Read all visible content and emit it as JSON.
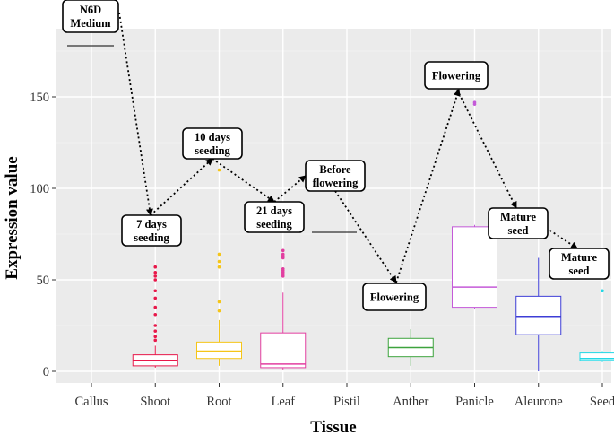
{
  "chart_data": {
    "type": "box",
    "title": "",
    "xlabel": "Tissue",
    "ylabel": "Expression value",
    "ylim": [
      -8,
      188
    ],
    "yticks": [
      0,
      50,
      100,
      150
    ],
    "grid": true,
    "categories": [
      "Callus",
      "Shoot",
      "Root",
      "Leaf",
      "Pistil",
      "Anther",
      "Panicle",
      "Aleurone",
      "Seed"
    ],
    "boxes": [
      {
        "category": "Callus",
        "color": "#000000",
        "min": null,
        "q1": null,
        "median": null,
        "q3": null,
        "max": null,
        "outliers": []
      },
      {
        "category": "Shoot",
        "color": "#E8184A",
        "min": 2,
        "q1": 3,
        "median": 6,
        "q3": 9,
        "max": 14,
        "outliers": [
          17,
          19,
          22,
          25,
          31,
          35,
          40,
          44,
          50,
          52,
          54,
          57
        ]
      },
      {
        "category": "Root",
        "color": "#F5C518",
        "min": 3,
        "q1": 7,
        "median": 11,
        "q3": 16,
        "max": 28,
        "outliers": [
          33,
          38,
          57,
          60,
          64,
          110
        ]
      },
      {
        "category": "Leaf",
        "color": "#E23FA0",
        "min": 1,
        "q1": 2,
        "median": 4,
        "q3": 21,
        "max": 43,
        "outliers": [
          52,
          53,
          54,
          55,
          56,
          62,
          63,
          64,
          66
        ]
      },
      {
        "category": "Pistil",
        "color": "#000000",
        "min": null,
        "q1": null,
        "median": null,
        "q3": null,
        "max": null,
        "outliers": []
      },
      {
        "category": "Anther",
        "color": "#3DA33D",
        "min": 3,
        "q1": 8,
        "median": 13,
        "q3": 18,
        "max": 23,
        "outliers": []
      },
      {
        "category": "Panicle",
        "color": "#C45AD8",
        "min": 34,
        "q1": 35,
        "median": 46,
        "q3": 79,
        "max": 80,
        "outliers": [
          146,
          147
        ]
      },
      {
        "category": "Aleurone",
        "color": "#3D3DD6",
        "min": 0,
        "q1": 20,
        "median": 30,
        "q3": 41,
        "max": 62,
        "outliers": []
      },
      {
        "category": "Seed",
        "color": "#22D8E6",
        "min": 5,
        "q1": 6,
        "median": 7,
        "q3": 10,
        "max": 11,
        "outliers": [
          44
        ]
      }
    ],
    "annotations": [
      {
        "lines": [
          "N6D",
          "Medium"
        ],
        "category": "Callus"
      },
      {
        "lines": [
          "7 days",
          "seeding"
        ],
        "category": "Shoot"
      },
      {
        "lines": [
          "10 days",
          "seeding"
        ],
        "category": "Root"
      },
      {
        "lines": [
          "21 days",
          "seeding"
        ],
        "category": "Leaf"
      },
      {
        "lines": [
          "Before",
          "flowering"
        ],
        "category": "Pistil"
      },
      {
        "lines": [
          "Flowering"
        ],
        "category": "Anther"
      },
      {
        "lines": [
          "Flowering"
        ],
        "category": "Panicle"
      },
      {
        "lines": [
          "Mature",
          "seed"
        ],
        "category": "Aleurone"
      },
      {
        "lines": [
          "Mature",
          "seed"
        ],
        "category": "Seed"
      }
    ]
  },
  "colors": {
    "panel_background": "#EBEBEB",
    "grid": "#FFFFFF",
    "annotation_border": "#000000"
  }
}
